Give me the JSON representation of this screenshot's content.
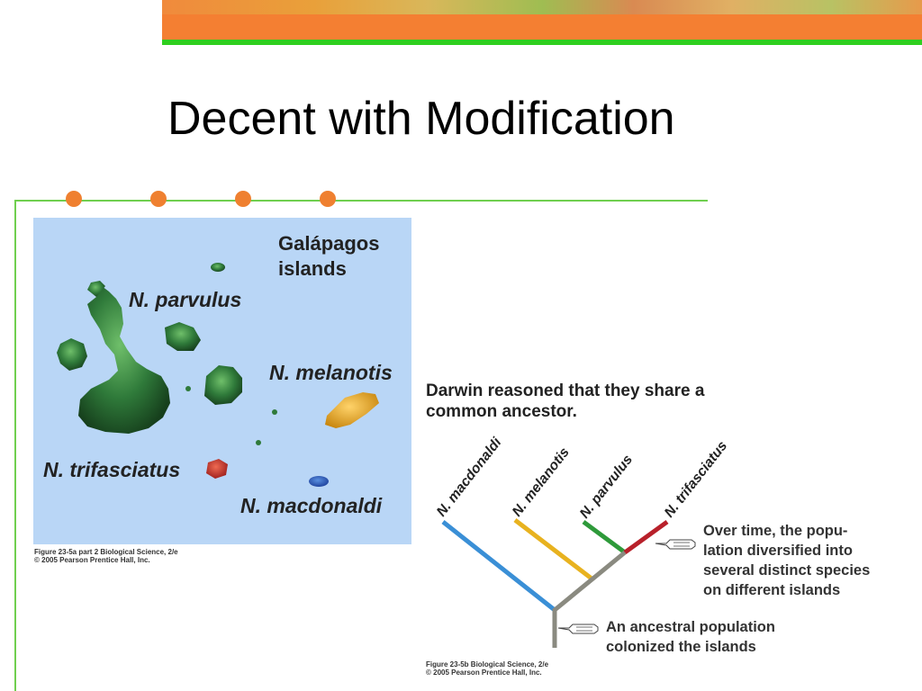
{
  "slide": {
    "title": "Decent with Modification"
  },
  "map": {
    "heading_line1": "Galápagos",
    "heading_line2": "islands",
    "labels": {
      "parvulus": "N. parvulus",
      "melanotis": "N. melanotis",
      "trifasciatus": "N. trifasciatus",
      "macdonaldi": "N. macdonaldi"
    },
    "credit_line1": "Figure 23-5a part 2  Biological Science, 2/e",
    "credit_line2": "© 2005 Pearson Prentice Hall, Inc."
  },
  "tree": {
    "heading_line1": "Darwin reasoned that they share a",
    "heading_line2": "common ancestor.",
    "species": [
      "N. macdonaldi",
      "N. melanotis",
      "N. parvulus",
      "N. trifasciatus"
    ],
    "note_diversified": [
      "Over time, the popu-",
      "lation diversified into",
      "several distinct species",
      "on different islands"
    ],
    "note_ancestral": [
      "An ancestral population",
      "colonized the islands"
    ],
    "credit_line1": "Figure 23-5b  Biological Science, 2/e",
    "credit_line2": "© 2005 Pearson Prentice Hall, Inc."
  },
  "colors": {
    "macdonaldi": "#3a8fd6",
    "melanotis": "#e8b21f",
    "parvulus": "#2e9a3a",
    "trifasciatus": "#b8202a",
    "trunk": "#8a8a80",
    "accent": "#ef8030",
    "frame": "#6fcf4f",
    "island": "#2f7a3a"
  }
}
